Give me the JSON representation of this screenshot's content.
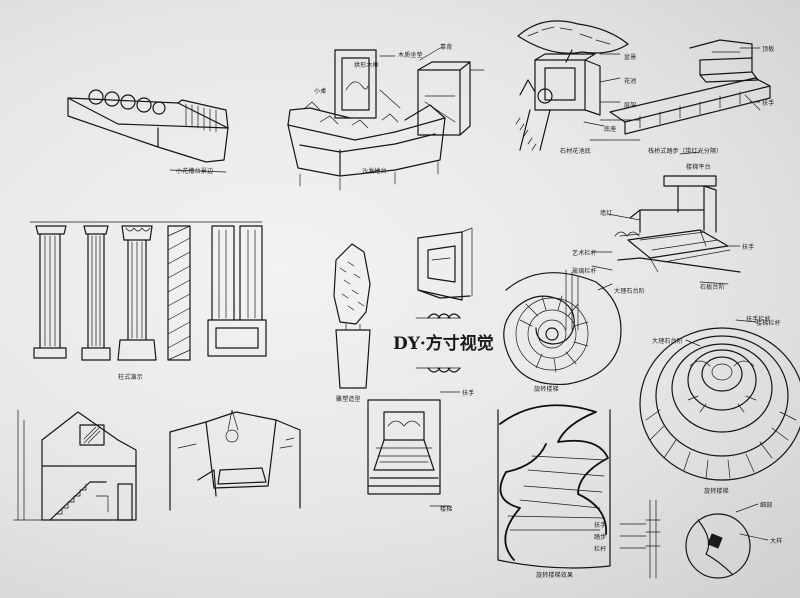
{
  "watermark": {
    "text": "DY·方寸视觉"
  },
  "labels": {
    "planter_bench": "小花槽台景边",
    "backrest": "靠背",
    "wood_sofa": "木质坐垫",
    "arch_frame": "拱形木框",
    "side_table": "小桌",
    "sofa_base": "沙发地台",
    "bonsai_tray": "盆景",
    "plant_box": "花池",
    "side_shelf": "层架",
    "mount": "底座",
    "stone_planter": "石材花池底",
    "top_panel": "顶板",
    "bridge_step": "栈桥式踏步（带灯光分隔）",
    "rail": "扶手",
    "stair_landing": "楼梯平台",
    "wall_lamp": "墙灯",
    "rail2": "扶手",
    "step_tread": "石板台阶",
    "ornament_rail": "艺术栏杆",
    "glass_rail": "玻璃栏杆",
    "spiral_top": "大理石台阶",
    "column_styles": "柱式演示",
    "spiral_plan": "旋转楼梯",
    "sculpture": "雕塑造型",
    "stair_rail": "楼梯栏杆",
    "marble_step": "大理石台阶",
    "handrail_detail": "扶手",
    "spiral_elev_top": "扶手栏杆",
    "spiral_elev": "旋转楼梯",
    "stair_detail": "楼梯",
    "curved_stair": "旋转楼梯效果",
    "note_a": "扶手",
    "note_b": "踏步",
    "note_c": "栏杆",
    "note_d": "细部",
    "note_e": "大样"
  }
}
